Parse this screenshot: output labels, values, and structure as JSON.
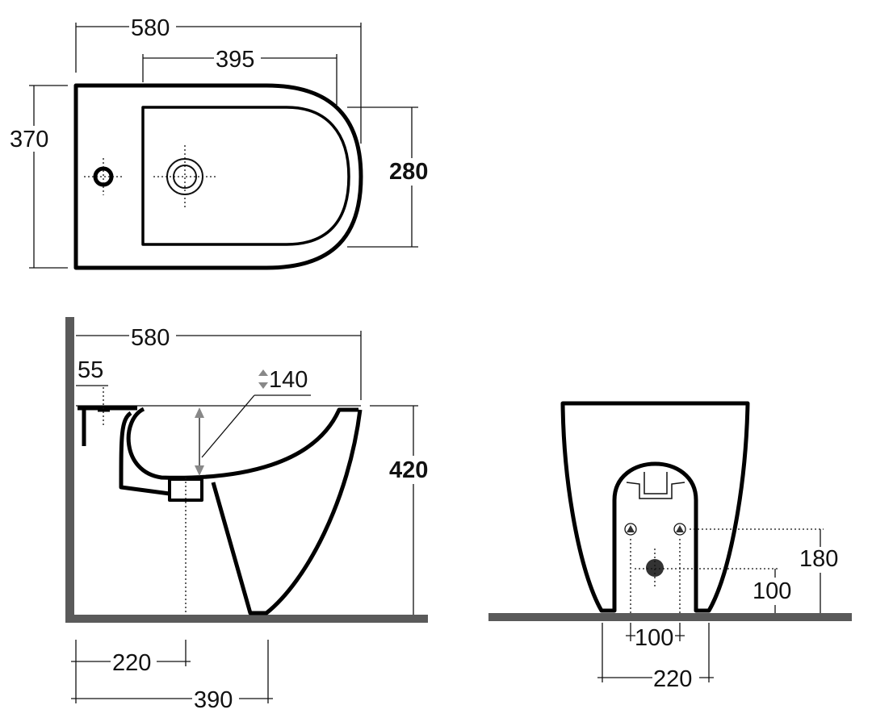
{
  "title": "Bidet technical drawing",
  "top_view": {
    "width": "580",
    "bowl_length": "395",
    "depth": "370",
    "bowl_width": "280"
  },
  "side_view": {
    "width": "580",
    "rim_offset": "55",
    "bowl_depth": "140",
    "height": "420",
    "drain_distance": "220",
    "foot_distance": "390"
  },
  "front_view": {
    "inlet_height": "180",
    "drain_height": "100",
    "inlet_spacing": "100",
    "foot_width": "220"
  },
  "colors": {
    "line": "#000000",
    "floor": "#5a5a5a"
  }
}
